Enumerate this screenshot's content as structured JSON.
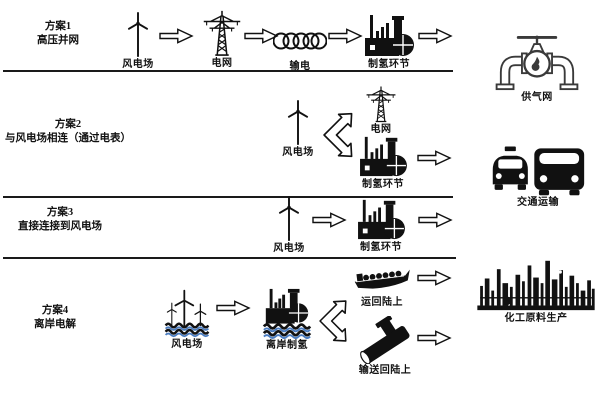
{
  "diagram": {
    "schemes": [
      {
        "line1": "方案1",
        "line2": "高压并网"
      },
      {
        "line1": "方案2",
        "line2": "与风电场相连（通过电表）"
      },
      {
        "line1": "方案3",
        "line2": "直接连接到风电场"
      },
      {
        "line1": "方案4",
        "line2": "离岸电解"
      }
    ],
    "labels": {
      "wind_farm": "风电场",
      "grid": "电网",
      "transmission": "输电",
      "hydrogen": "制氢环节",
      "gas_network": "供气网",
      "transport": "交通运输",
      "offshore_hydrogen": "离岸制氢",
      "ship_to_shore": "运回陆上",
      "pipe_to_shore": "输送回陆上",
      "chemical": "化工原料生产"
    },
    "colors": {
      "icon": "#111111",
      "wave_blue": "#4a7cc0",
      "valve_outline": "#3a3a3a",
      "background": "#ffffff"
    }
  }
}
